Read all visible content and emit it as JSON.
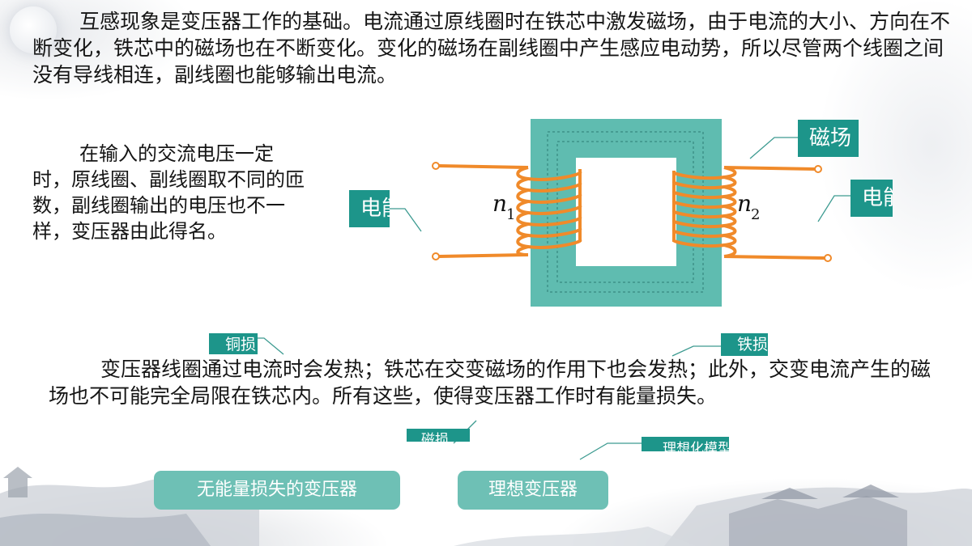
{
  "paragraphs": {
    "intro": "互感现象是变压器工作的基础。电流通过原线圈时在铁芯中激发磁场，由于电流的大小、方向在不断变化，铁芯中的磁场也在不断变化。变化的磁场在副线圈中产生感应电动势，所以尽管两个线圈之间没有导线相连，副线圈也能够输出电流。",
    "side": "在输入的交流电压一定时，原线圈、副线圈取不同的匝数，副线圈输出的电压也不一样，变压器由此得名。",
    "losses": "变压器线圈通过电流时会发热；铁芯在交变磁场的作用下也会发热；此外，交变电流产生的磁场也不可能完全局限在铁芯内。所有这些，使得变压器工作时有能量损失。"
  },
  "diagram": {
    "n1_symbol": "n",
    "n1_sub": "1",
    "n2_symbol": "n",
    "n2_sub": "2",
    "colors": {
      "core": "#5fbcb0",
      "coil": "#f08a2a",
      "label": "#1d958a"
    }
  },
  "callouts": {
    "magnetic_field": "磁场",
    "power_left": "电能",
    "power_right": "电能",
    "copper_loss": "铜损",
    "iron_loss": "铁损",
    "magnetic_loss": "磁损",
    "idealized": "理想化模型"
  },
  "buttons": {
    "lossless": "无能量损失的变压器",
    "ideal": "理想变压器"
  }
}
